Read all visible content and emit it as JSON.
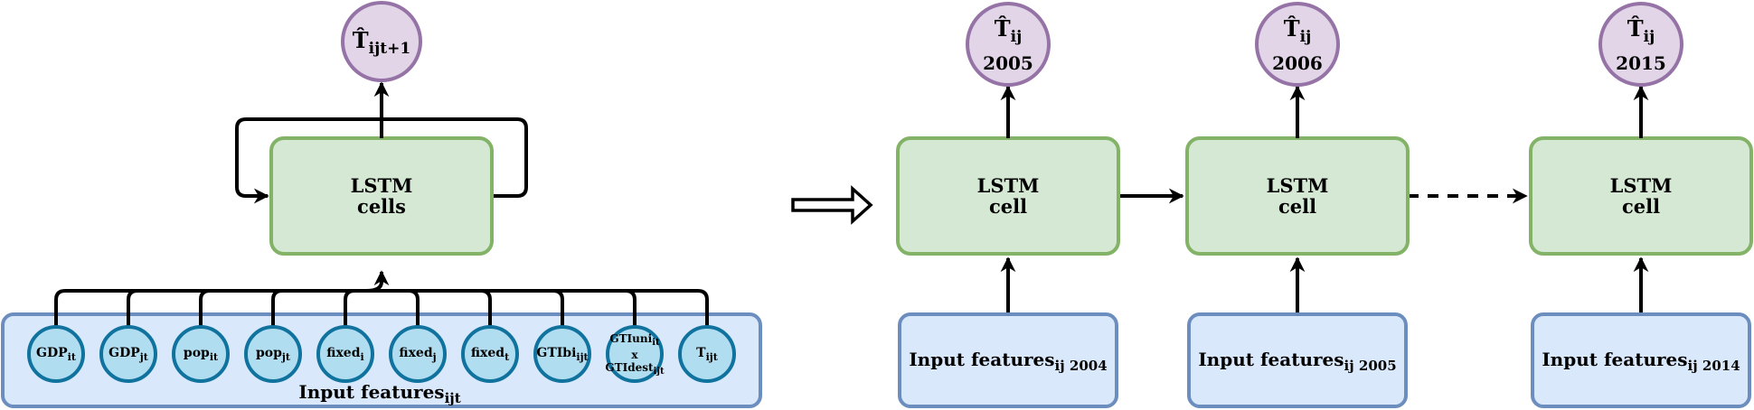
{
  "left": {
    "output": {
      "base": "T̂",
      "sub": "ijt+1"
    },
    "lstm_label": [
      "LSTM",
      "cells"
    ],
    "features": [
      {
        "base": "GDP",
        "sub": "it"
      },
      {
        "base": "GDP",
        "sub": "jt"
      },
      {
        "base": "pop",
        "sub": "it"
      },
      {
        "base": "pop",
        "sub": "jt"
      },
      {
        "base": "fixed",
        "sub": "i"
      },
      {
        "base": "fixed",
        "sub": "j"
      },
      {
        "base": "fixed",
        "sub": "t"
      },
      {
        "base": "GTIbi",
        "sub": "ijt"
      },
      {
        "base": "T",
        "sub": "ijt"
      }
    ],
    "gti_combo": {
      "line1_base": "GTIuni",
      "line1_sub": "it",
      "x": "x",
      "line2_base": "GTIdest",
      "line2_sub": "ijt"
    },
    "input_label": {
      "base": "Input features",
      "sub": "ijt"
    }
  },
  "right": {
    "steps": [
      {
        "output_base": "T̂",
        "output_sub": "ij",
        "year": "2005",
        "lstm": [
          "LSTM",
          "cell"
        ],
        "input_base": "Input features",
        "input_sub": "ij 2004"
      },
      {
        "output_base": "T̂",
        "output_sub": "ij",
        "year": "2006",
        "lstm": [
          "LSTM",
          "cell"
        ],
        "input_base": "Input features",
        "input_sub": "ij 2005"
      },
      {
        "output_base": "T̂",
        "output_sub": "ij",
        "year": "2015",
        "lstm": [
          "LSTM",
          "cell"
        ],
        "input_base": "Input features",
        "input_sub": "ij 2014"
      }
    ]
  },
  "colors": {
    "lstm_fill": "#d5e8d4",
    "lstm_stroke": "#82b366",
    "input_fill": "#dae8fc",
    "input_stroke": "#6c8ebf",
    "output_fill": "#e1d5e7",
    "output_stroke": "#9673a6",
    "feature_fill": "#b1ddf0",
    "feature_stroke": "#10739e"
  }
}
